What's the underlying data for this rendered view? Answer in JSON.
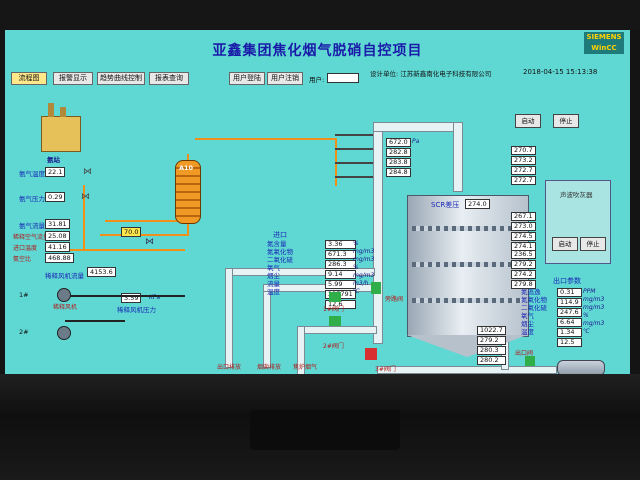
{
  "header": {
    "title": "亚鑫集团焦化烟气脱硝自控项目",
    "brand_top": "SIEMENS",
    "brand_bottom": "WinCC"
  },
  "nav": {
    "items": [
      "流程图",
      "报警显示",
      "趋势曲线控制",
      "报表查询"
    ]
  },
  "user": {
    "login_label": "用户登陆",
    "logout_label": "用户注销",
    "user_label": "用户:",
    "user_value": ""
  },
  "company": {
    "label": "设计单位: 江苏新鑫南化电子科技有限公司"
  },
  "datetime": "2018-04-15 15:13:38",
  "ammonia": {
    "station_label": "氨站",
    "tank_label": "A10",
    "level_value": "70.0",
    "rows": [
      {
        "label": "氨气温度",
        "value": "22.1"
      },
      {
        "label": "氨气压力",
        "value": "0.29"
      },
      {
        "label": "氨气流量",
        "value": "31.81"
      },
      {
        "label": "稀释空气流量",
        "value": "25.08"
      },
      {
        "label": "进口温度",
        "value": "41.16"
      },
      {
        "label": "氨空比",
        "value": "468.88"
      }
    ],
    "dilution_fan_flow_label": "稀释风机流量",
    "dilution_fan_flow_value": "4153.6",
    "dilution_fan_pressure_label": "稀释风机压力",
    "dilution_fan_pressure_value": "3.59",
    "pressure_unit": "KPa",
    "fan1": "1#",
    "fan2": "2#",
    "fan_label": "稀释风机"
  },
  "inlet": {
    "title": "进口",
    "rows": [
      {
        "label": "氮含量",
        "value": "3.36",
        "unit": "%"
      },
      {
        "label": "氮氧化物",
        "value": "671.3",
        "unit": "mg/m3"
      },
      {
        "label": "二氧化硫",
        "value": "286.3",
        "unit": "mg/m3"
      },
      {
        "label": "氧气",
        "value": "9.14",
        "unit": "%"
      },
      {
        "label": "烟尘",
        "value": "5.99",
        "unit": "mg/m3"
      },
      {
        "label": "流量",
        "value": "237791",
        "unit": "m3/h"
      },
      {
        "label": "温度",
        "value": "12.6",
        "unit": "℃"
      }
    ]
  },
  "pipe_temps": {
    "values": [
      "672.0",
      "282.8",
      "283.8",
      "284.8"
    ],
    "unit": "Pa"
  },
  "scr": {
    "label": "SCR差压",
    "value": "274.0"
  },
  "right_values": {
    "group1": [
      "270.7",
      "273.2",
      "272.7",
      "272.7"
    ],
    "group2": [
      "267.1",
      "273.0",
      "274.5",
      "274.1"
    ],
    "group3": [
      "236.5",
      "279.2",
      "274.2",
      "279.8"
    ],
    "group4": [
      "1022.7",
      "279.2",
      "280.3",
      "280.2"
    ]
  },
  "outlet": {
    "title": "出口参数",
    "rows": [
      {
        "label": "氮逃逸",
        "value": "0.31",
        "unit": "PPM"
      },
      {
        "label": "氮氧化物",
        "value": "114.9",
        "unit": "mg/m3"
      },
      {
        "label": "二氧化硫",
        "value": "247.6",
        "unit": "mg/m3"
      },
      {
        "label": "氧气",
        "value": "6.64",
        "unit": "%"
      },
      {
        "label": "烟尘",
        "value": "1.34",
        "unit": "mg/m3"
      },
      {
        "label": "温度",
        "value": "12.5",
        "unit": "℃"
      }
    ]
  },
  "soot": {
    "title": "声波吹灰器",
    "start": "启动",
    "stop": "停止",
    "btn1": "启动",
    "btn2": "停止"
  },
  "damper_labels": [
    "1#阀门",
    "2#阀门",
    "3#阀门",
    "旁路阀",
    "出口阀"
  ],
  "outputs": [
    "出口排放",
    "烟囱排放",
    "焦炉烟气"
  ]
}
